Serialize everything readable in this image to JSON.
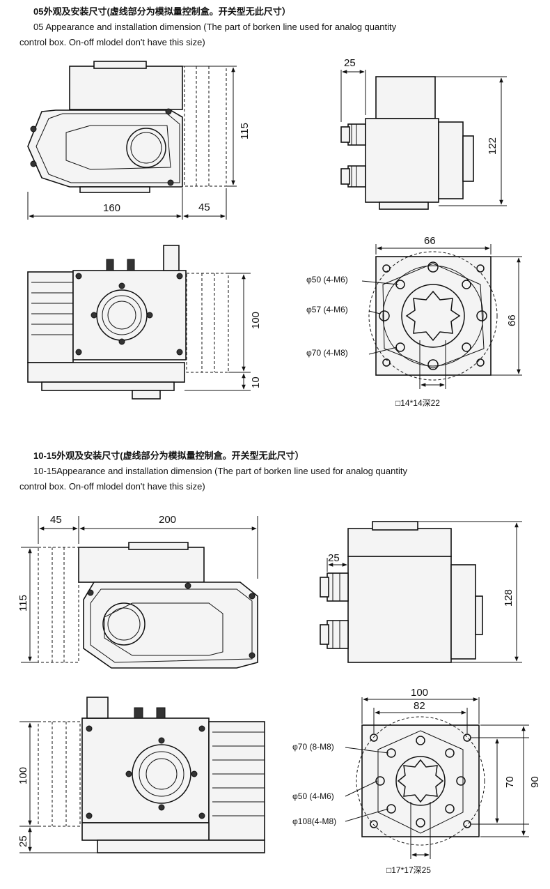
{
  "section1": {
    "title_cn": "05外观及安装尺寸(虚线部分为模拟量控制盒。开关型无此尺寸）",
    "title_en_line1": "05 Appearance and installation dimension (The  part of borken line used for analog quantity",
    "title_en_line2": "control box. On-off mlodel don't have this size)",
    "dims": {
      "length": "160",
      "box_width": "45",
      "height": "115",
      "side_offset": "25",
      "side_height": "122",
      "base_height": "100",
      "base_extra": "10",
      "flange_width": "66",
      "flange_height": "66"
    },
    "flange_labels": {
      "pcd1": "φ50 (4-M6)",
      "pcd2": "φ57 (4-M6)",
      "pcd3": "φ70 (4-M8)",
      "square": "□14*14深22"
    }
  },
  "section2": {
    "title_cn": "10-15外观及安装尺寸(虚线部分为模拟量控制盒。开关型无此尺寸）",
    "title_en_line1": "10-15Appearance and installation dimension (The  part of borken line used for analog quantity",
    "title_en_line2": "control box. On-off mlodel don't have this size)",
    "dims": {
      "box_width": "45",
      "length": "200",
      "height": "115",
      "side_offset": "25",
      "side_height": "128",
      "base_height": "100",
      "base_extra": "25",
      "flange_outer": "100",
      "flange_inner": "82",
      "flange_v_inner": "70",
      "flange_v_outer": "90"
    },
    "flange_labels": {
      "pcd1": "φ70 (8-M8)",
      "pcd2": "φ50 (4-M6)",
      "pcd3": "φ108(4-M8)",
      "square": "□17*17深25"
    }
  }
}
